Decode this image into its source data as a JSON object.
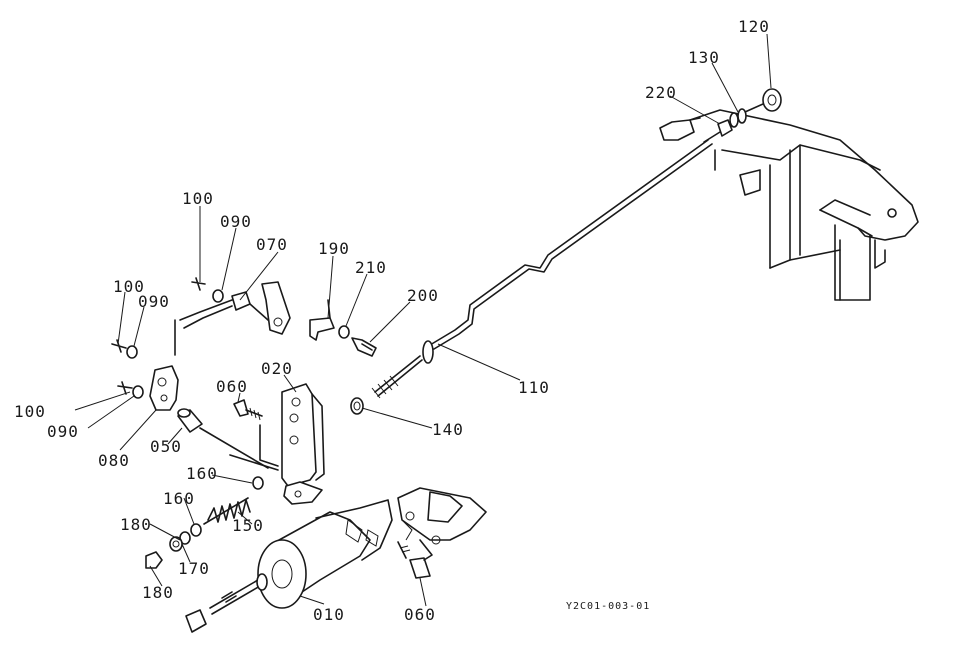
{
  "diagram": {
    "reference_code": "Y2C01-003-01",
    "callouts": [
      {
        "id": "c120",
        "text": "120"
      },
      {
        "id": "c130",
        "text": "130"
      },
      {
        "id": "c220",
        "text": "220"
      },
      {
        "id": "c100a",
        "text": "100"
      },
      {
        "id": "c090a",
        "text": "090"
      },
      {
        "id": "c070",
        "text": "070"
      },
      {
        "id": "c190",
        "text": "190"
      },
      {
        "id": "c210",
        "text": "210"
      },
      {
        "id": "c200",
        "text": "200"
      },
      {
        "id": "c100b",
        "text": "100"
      },
      {
        "id": "c090b",
        "text": "090"
      },
      {
        "id": "c110",
        "text": "110"
      },
      {
        "id": "c060a",
        "text": "060"
      },
      {
        "id": "c020",
        "text": "020"
      },
      {
        "id": "c100c",
        "text": "100"
      },
      {
        "id": "c090c",
        "text": "090"
      },
      {
        "id": "c140",
        "text": "140"
      },
      {
        "id": "c080",
        "text": "080"
      },
      {
        "id": "c050",
        "text": "050"
      },
      {
        "id": "c160a",
        "text": "160"
      },
      {
        "id": "c160b",
        "text": "160"
      },
      {
        "id": "c150",
        "text": "150"
      },
      {
        "id": "c180a",
        "text": "180"
      },
      {
        "id": "c170",
        "text": "170"
      },
      {
        "id": "c180b",
        "text": "180"
      },
      {
        "id": "c010",
        "text": "010"
      },
      {
        "id": "c060b",
        "text": "060"
      }
    ]
  }
}
